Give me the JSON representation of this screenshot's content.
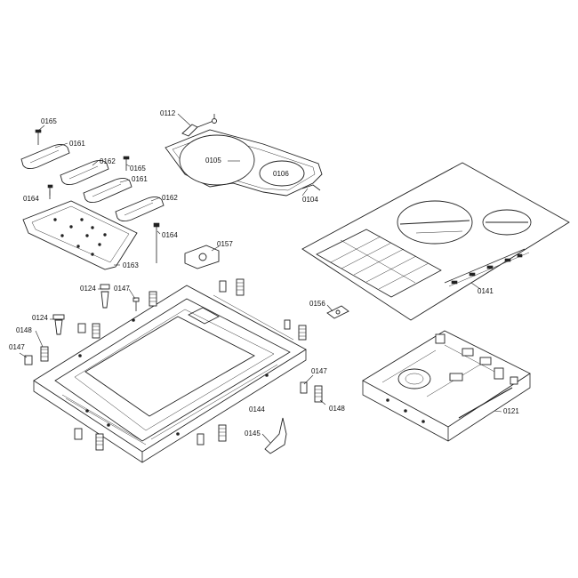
{
  "labels": {
    "l0165a": "0165",
    "l0161a": "0161",
    "l0162a": "0162",
    "l0165b": "0165",
    "l0161b": "0161",
    "l0164a": "0164",
    "l0162b": "0162",
    "l0163": "0163",
    "l0164b": "0164",
    "l0112": "0112",
    "l0105": "0105",
    "l0106": "0106",
    "l0104": "0104",
    "l0157": "0157",
    "l0124a": "0124",
    "l0147a": "0147",
    "l0124b": "0124",
    "l0148a": "0148",
    "l0147b": "0147",
    "l0141": "0141",
    "l0156": "0156",
    "l0147c": "0147",
    "l0148b": "0148",
    "l0144": "0144",
    "l0145": "0145",
    "l0121": "0121"
  }
}
